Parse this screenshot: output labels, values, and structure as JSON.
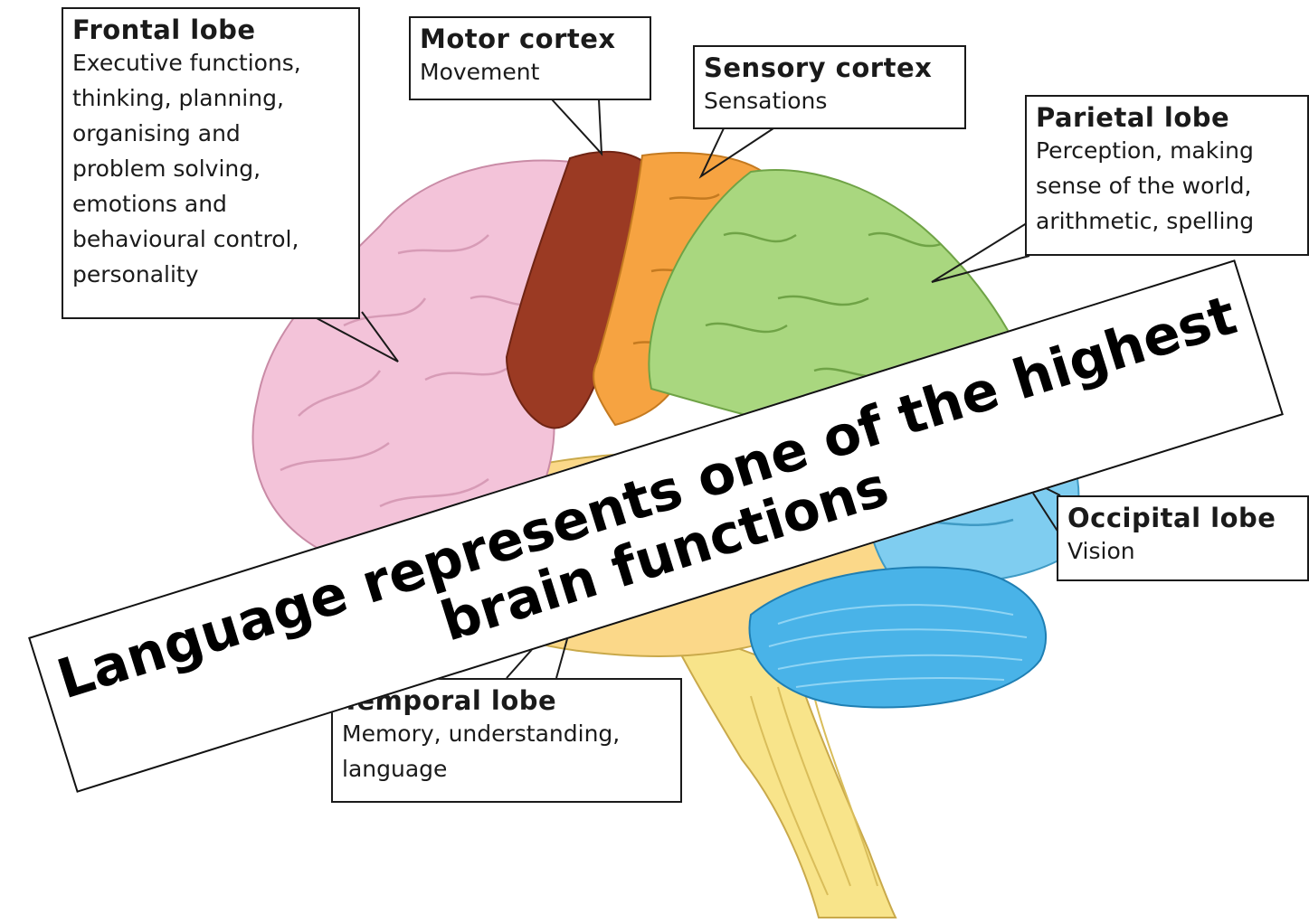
{
  "labels": {
    "frontal": {
      "title": "Frontal lobe",
      "lines": [
        "Executive functions,",
        "thinking, planning,",
        "organising and",
        "problem solving,",
        "emotions and",
        "behavioural control,",
        "personality"
      ]
    },
    "motor": {
      "title": "Motor cortex",
      "lines": [
        "Movement"
      ]
    },
    "sensory": {
      "title": "Sensory cortex",
      "lines": [
        "Sensations"
      ]
    },
    "parietal": {
      "title": "Parietal lobe",
      "lines": [
        "Perception, making",
        "sense of the world,",
        "arithmetic, spelling"
      ]
    },
    "occipital": {
      "title": "Occipital lobe",
      "lines": [
        "Vision"
      ]
    },
    "temporal": {
      "title": "Temporal lobe",
      "lines": [
        "Memory, understanding,",
        "language"
      ]
    }
  },
  "banner": {
    "line1": "Language represents one of the highest",
    "line2": "brain functions"
  },
  "colors": {
    "frontal": "#f3c3d9",
    "motor": "#9b3a23",
    "sensory": "#f6a341",
    "parietal": "#a9d77f",
    "occipital": "#7fcdf0",
    "cerebellum": "#49b3e8",
    "temporal": "#fbd889",
    "brainstem": "#f8e48a"
  }
}
